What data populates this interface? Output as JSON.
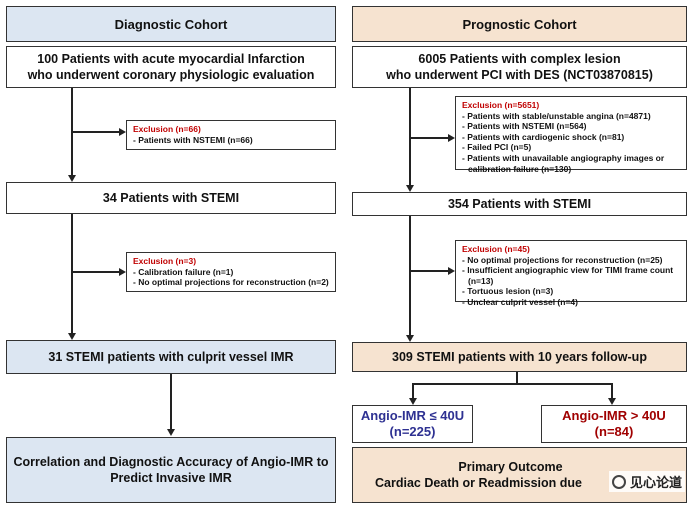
{
  "left": {
    "header": "Diagnostic Cohort",
    "box1": [
      "100 Patients with acute myocardial Infarction",
      "who underwent coronary physiologic evaluation"
    ],
    "excl1": {
      "title": "Exclusion (n=66)",
      "items": [
        "- Patients with NSTEMI (n=66)"
      ]
    },
    "box2": "34 Patients with STEMI",
    "excl2": {
      "title": "Exclusion (n=3)",
      "items": [
        "- Calibration failure (n=1)",
        "- No optimal projections for reconstruction (n=2)"
      ]
    },
    "box3": "31 STEMI patients with culprit vessel IMR",
    "box4": [
      "Correlation and Diagnostic Accuracy of Angio-IMR to",
      "Predict Invasive IMR"
    ]
  },
  "right": {
    "header": "Prognostic Cohort",
    "box1": [
      "6005 Patients with complex lesion",
      "who underwent PCI with DES (NCT03870815)"
    ],
    "excl1": {
      "title": "Exclusion (n=5651)",
      "items": [
        "- Patients with stable/unstable angina (n=4871)",
        "- Patients with NSTEMI (n=564)",
        "- Patients with cardiogenic shock (n=81)",
        "- Failed PCI (n=5)",
        "- Patients with unavailable angiography images or",
        "  calibration failure (n=130)"
      ]
    },
    "box2": "354 Patients with STEMI",
    "excl2": {
      "title": "Exclusion (n=45)",
      "items": [
        "- No optimal projections for reconstruction (n=25)",
        "- Insufficient angiographic view for TIMI frame count",
        "  (n=13)",
        "- Tortuous lesion (n=3)",
        "- Unclear culprit vessel (n=4)"
      ]
    },
    "box3": "309 STEMI patients with 10 years follow-up",
    "low": [
      "Angio-IMR ≤ 40U",
      "(n=225)"
    ],
    "high": [
      "Angio-IMR > 40U",
      "(n=84)"
    ],
    "outcome": [
      "Primary Outcome",
      "Cardiac Death or Readmission due"
    ]
  },
  "watermark": "见心论道",
  "colors": {
    "blue_fill": "#dce6f2",
    "tan_fill": "#f6e3d0",
    "exclusion_title": "#c00000",
    "low_text": "#2e3192",
    "high_text": "#a00000"
  }
}
